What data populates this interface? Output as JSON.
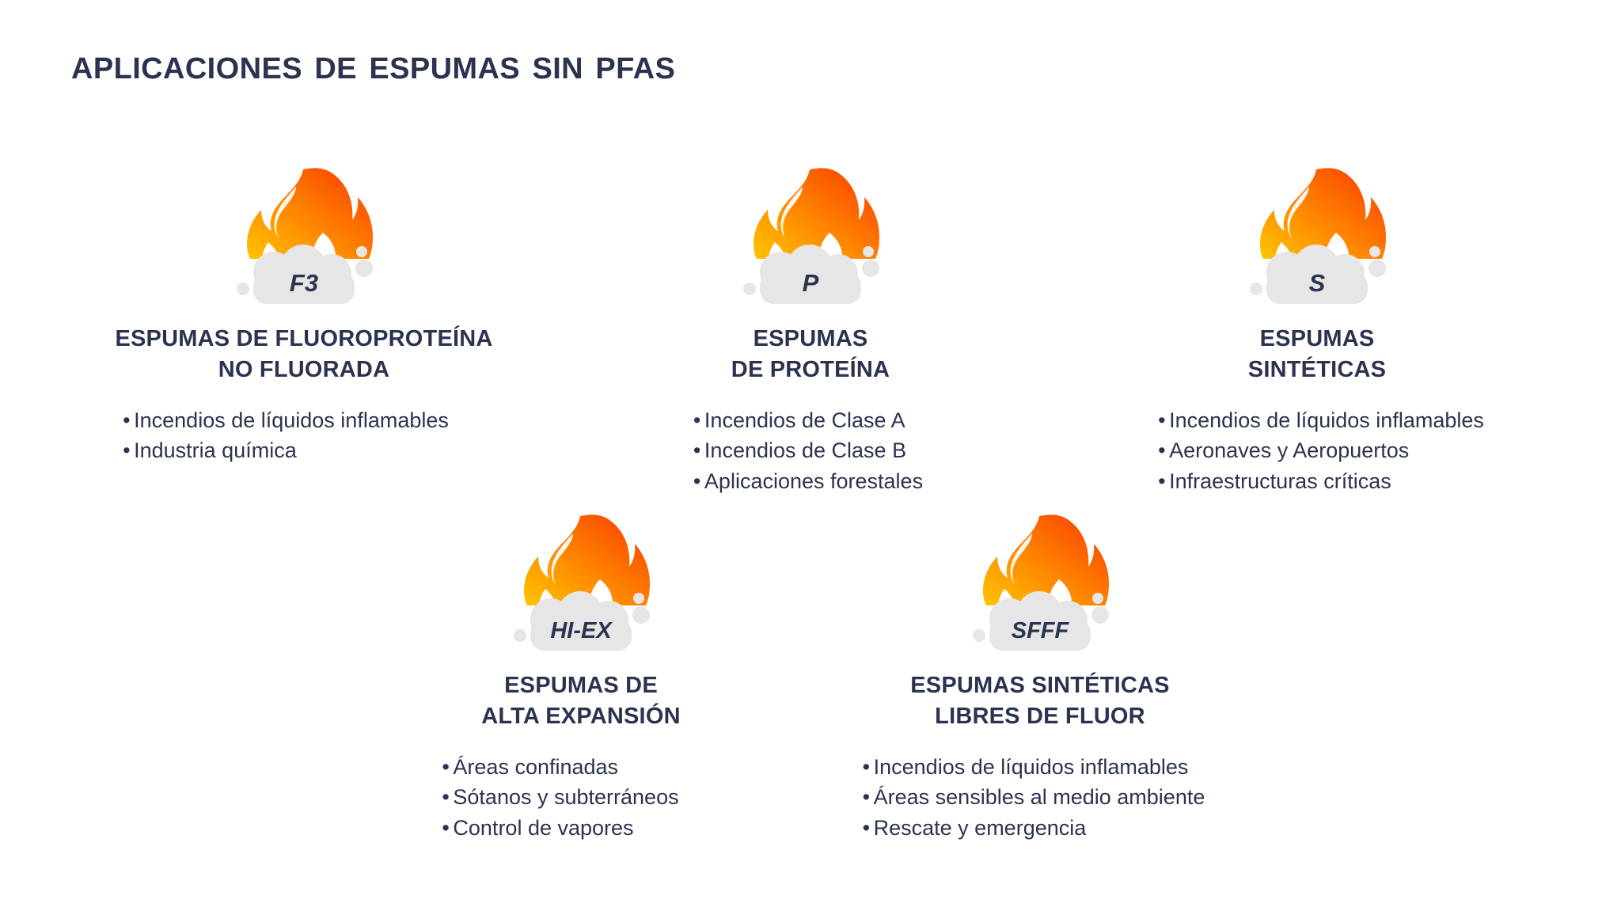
{
  "title": "Aplicaciones de Espumas sin PFAS",
  "colors": {
    "navy": "#2b3350",
    "foam_gray": "#e6e6e6",
    "flame_yellow": "#ffc400",
    "flame_orange": "#ff8a00",
    "flame_red": "#f93800",
    "background": "#ffffff"
  },
  "cards": [
    {
      "badge": "F3",
      "icon": "flame-foam-icon",
      "heading": "ESPUMAS DE FLUOROPROTEÍNA\nNO FLUORADA",
      "bullets": [
        "Incendios de líquidos inflamables",
        "Industria química"
      ]
    },
    {
      "badge": "P",
      "icon": "flame-foam-icon",
      "heading": "ESPUMAS\nDE PROTEÍNA",
      "bullets": [
        "Incendios de Clase A",
        "Incendios de Clase B",
        "Aplicaciones forestales"
      ]
    },
    {
      "badge": "S",
      "icon": "flame-foam-icon",
      "heading": "ESPUMAS\nSINTÉTICAS",
      "bullets": [
        "Incendios de líquidos inflamables",
        "Aeronaves y Aeropuertos",
        "Infraestructuras críticas"
      ]
    },
    {
      "badge": "HI-EX",
      "icon": "flame-foam-icon",
      "heading": "ESPUMAS DE\nALTA EXPANSIÓN",
      "bullets": [
        "Áreas confinadas",
        "Sótanos y subterráneos",
        "Control de vapores"
      ]
    },
    {
      "badge": "SFFF",
      "icon": "flame-foam-icon",
      "heading": "ESPUMAS SINTÉTICAS\nLIBRES DE FLUOR",
      "bullets": [
        "Incendios de líquidos inflamables",
        "Áreas sensibles al medio ambiente",
        "Rescate y emergencia"
      ]
    }
  ],
  "bullet_marker": "•"
}
